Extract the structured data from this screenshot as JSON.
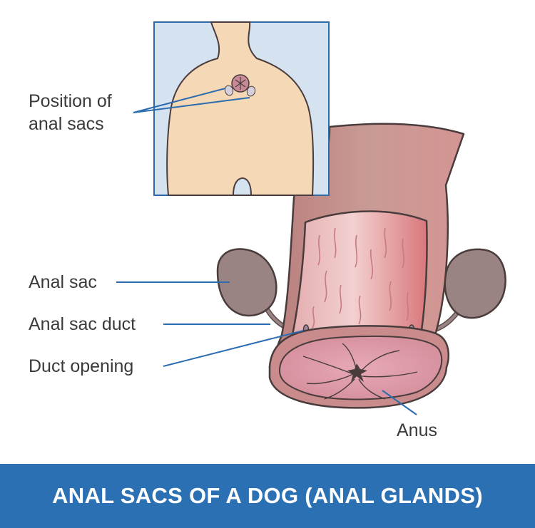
{
  "labels": {
    "position_of": "Position of",
    "anal_sacs": "anal sacs",
    "anal_sac": "Anal sac",
    "anal_sac_duct": "Anal sac duct",
    "duct_opening": "Duct opening",
    "anus": "Anus"
  },
  "banner": {
    "title": "ANAL SACS OF A DOG (ANAL GLANDS)"
  },
  "colors": {
    "leader_line": "#2b6cb0",
    "banner_bg": "#2b70b3",
    "inset_bg": "#d5e3f0",
    "inset_border": "#2f6aa8",
    "skin": "#f5d8b5",
    "tissue": "#c98b8b",
    "gland": "#9a8383"
  }
}
